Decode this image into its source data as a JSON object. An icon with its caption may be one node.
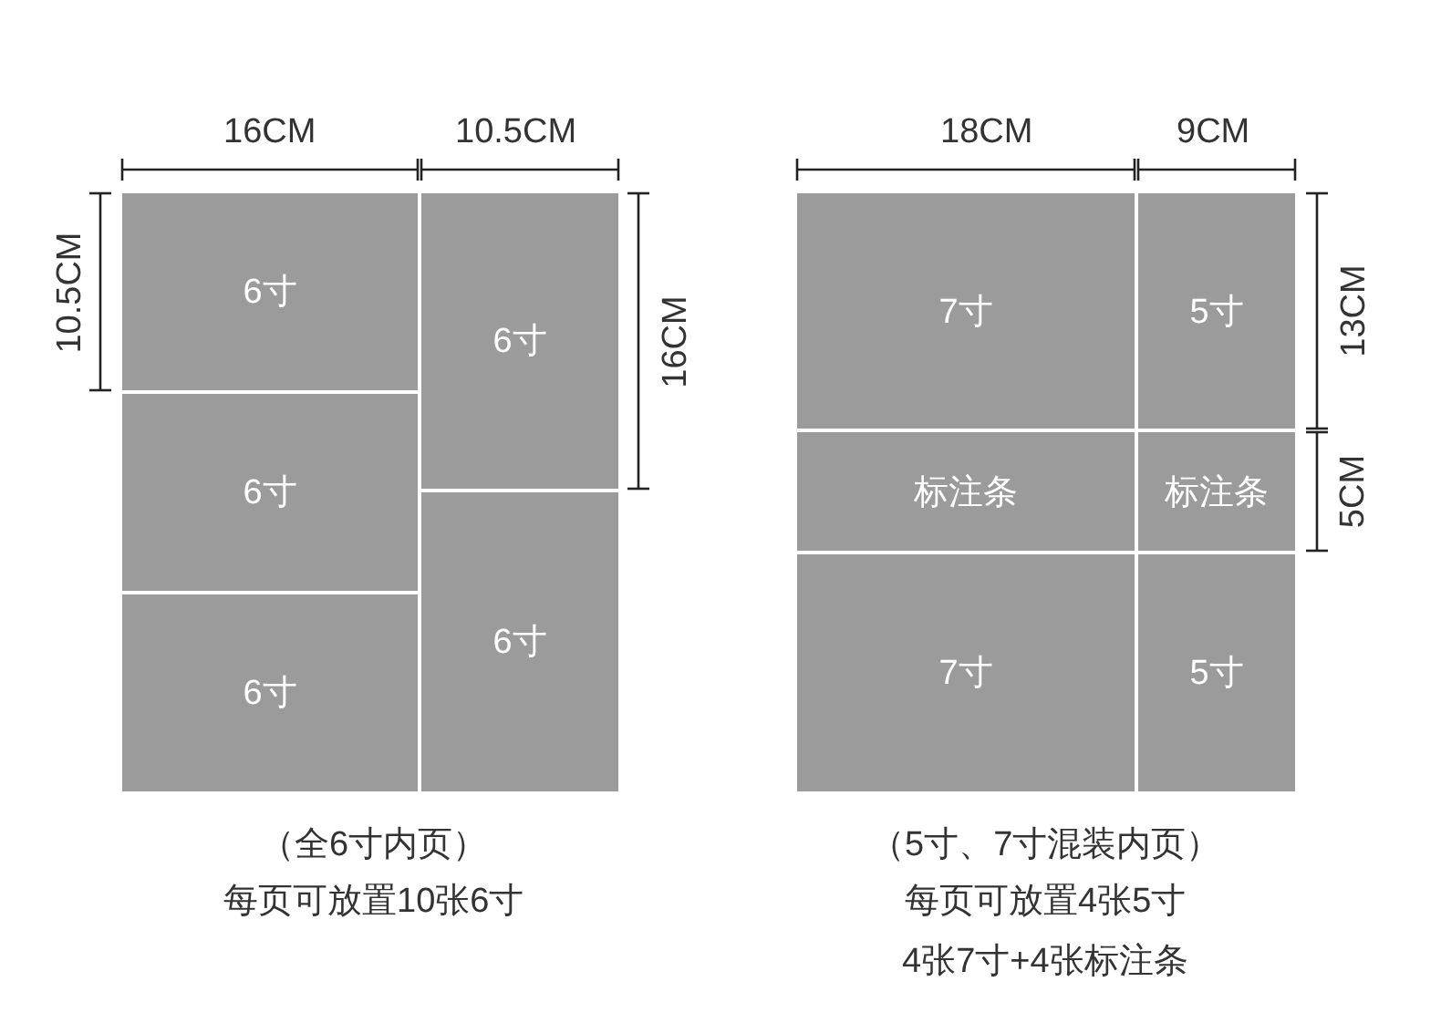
{
  "diagram": {
    "nodes": [
      {
        "text": [
          "6寸"
        ]
      },
      {
        "text": [
          "6寸"
        ]
      },
      {
        "text": [
          "6寸"
        ]
      },
      {
        "text": [
          "6寸"
        ]
      },
      {
        "text": [
          "6寸"
        ]
      },
      {
        "text": [
          "7寸"
        ]
      },
      {
        "text": [
          "5寸"
        ]
      },
      {
        "text": [
          "标注条"
        ]
      },
      {
        "text": [
          "标注条"
        ]
      },
      {
        "text": [
          "7寸"
        ]
      },
      {
        "text": [
          "5寸"
        ]
      }
    ],
    "labels": [
      "16CM",
      "10.5CM",
      "18CM",
      "9CM",
      "10.5CM",
      "16CM",
      "13CM",
      "5CM",
      "（全6寸内页）",
      "每页可放置10张6寸",
      "（5寸、7寸混装内页）",
      "每页可放置4张5寸",
      "4张7寸+4张标注条"
    ]
  }
}
